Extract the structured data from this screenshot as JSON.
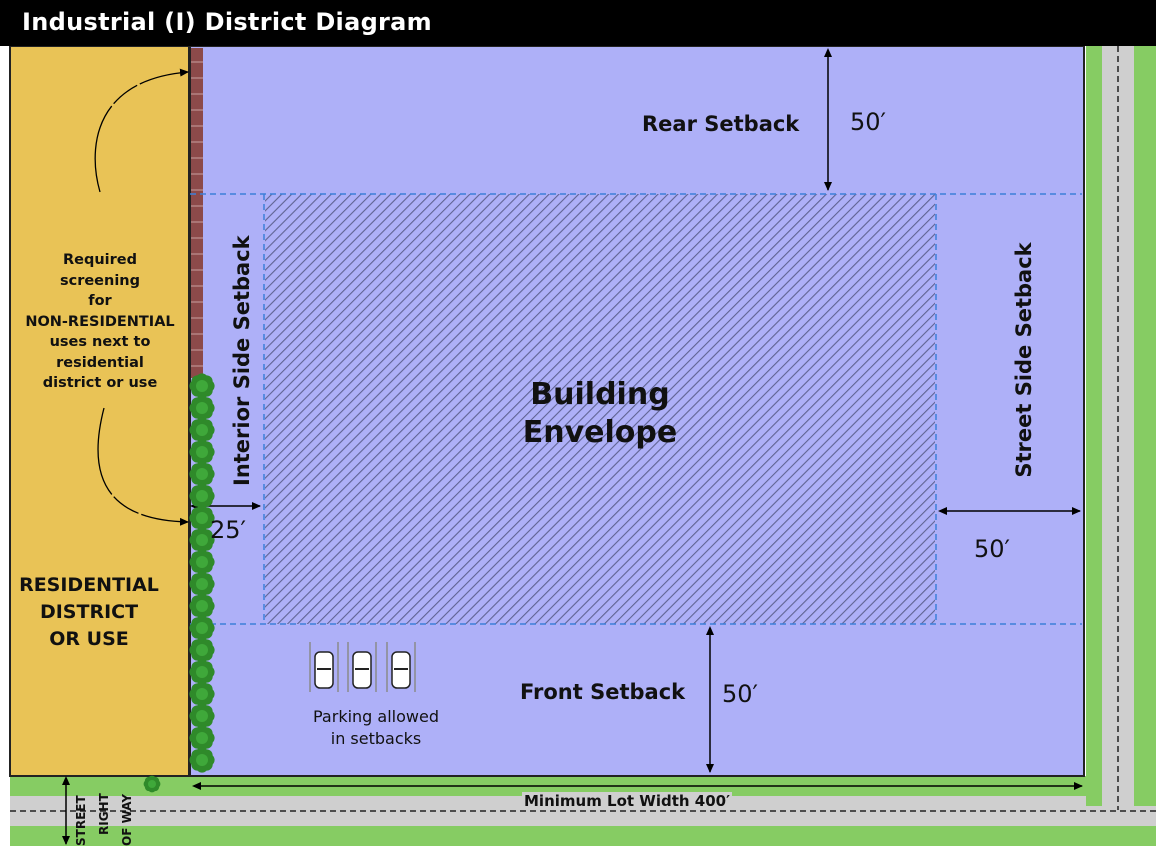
{
  "title": "Industrial (I) District Diagram",
  "labels": {
    "rear_setback": "Rear Setback",
    "rear_setback_value": "50′",
    "street_side_setback": "Street Side Setback",
    "street_side_value": "50′",
    "interior_side_setback": "Interior Side Setback",
    "interior_side_value": "25′",
    "front_setback": "Front Setback",
    "front_setback_value": "50′",
    "building_envelope_line1": "Building",
    "building_envelope_line2": "Envelope",
    "screening_lines": [
      "Required",
      "screening",
      "for",
      "NON-RESIDENTIAL",
      "uses next to",
      "residential",
      "district or use"
    ],
    "residential_lines": [
      "RESIDENTIAL",
      "DISTRICT",
      "OR USE"
    ],
    "parking_lines": [
      "Parking allowed",
      "in setbacks"
    ],
    "min_lot_width": "Minimum Lot Width 400′",
    "street_row_lines": [
      "STREET",
      "RIGHT",
      "OF WAY"
    ]
  },
  "colors": {
    "lot": "#aeb0f8",
    "residential": "#e9c356",
    "wall": "#8c4a4a",
    "grass": "#86cc63",
    "road": "#cfcfcf",
    "envelope_hatch": "#6b6f9e",
    "setback_line": "#3d7fd9",
    "shrub": "#2f8a2a"
  }
}
